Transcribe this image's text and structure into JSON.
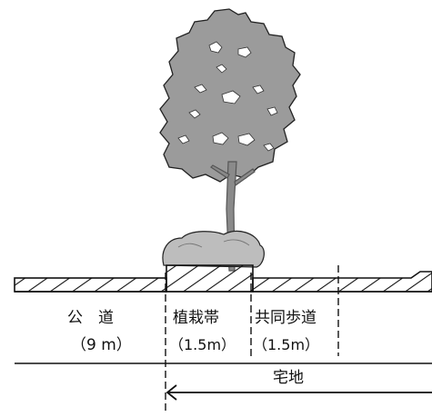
{
  "labels": {
    "public_road": "公　道",
    "public_road_width": "（9 m）",
    "planting_strip": "植栽帯",
    "planting_strip_width": "（1.5m）",
    "shared_sidewalk": "共同歩道",
    "shared_sidewalk_width": "（1.5m）",
    "residential_land": "宅地"
  },
  "colors": {
    "line": "#111111",
    "foliage": "#9b9b9b",
    "foliage_dark": "#6e6e6e",
    "shrub": "#bdbdbd",
    "trunk": "#8a8a8a",
    "background": "#ffffff"
  }
}
